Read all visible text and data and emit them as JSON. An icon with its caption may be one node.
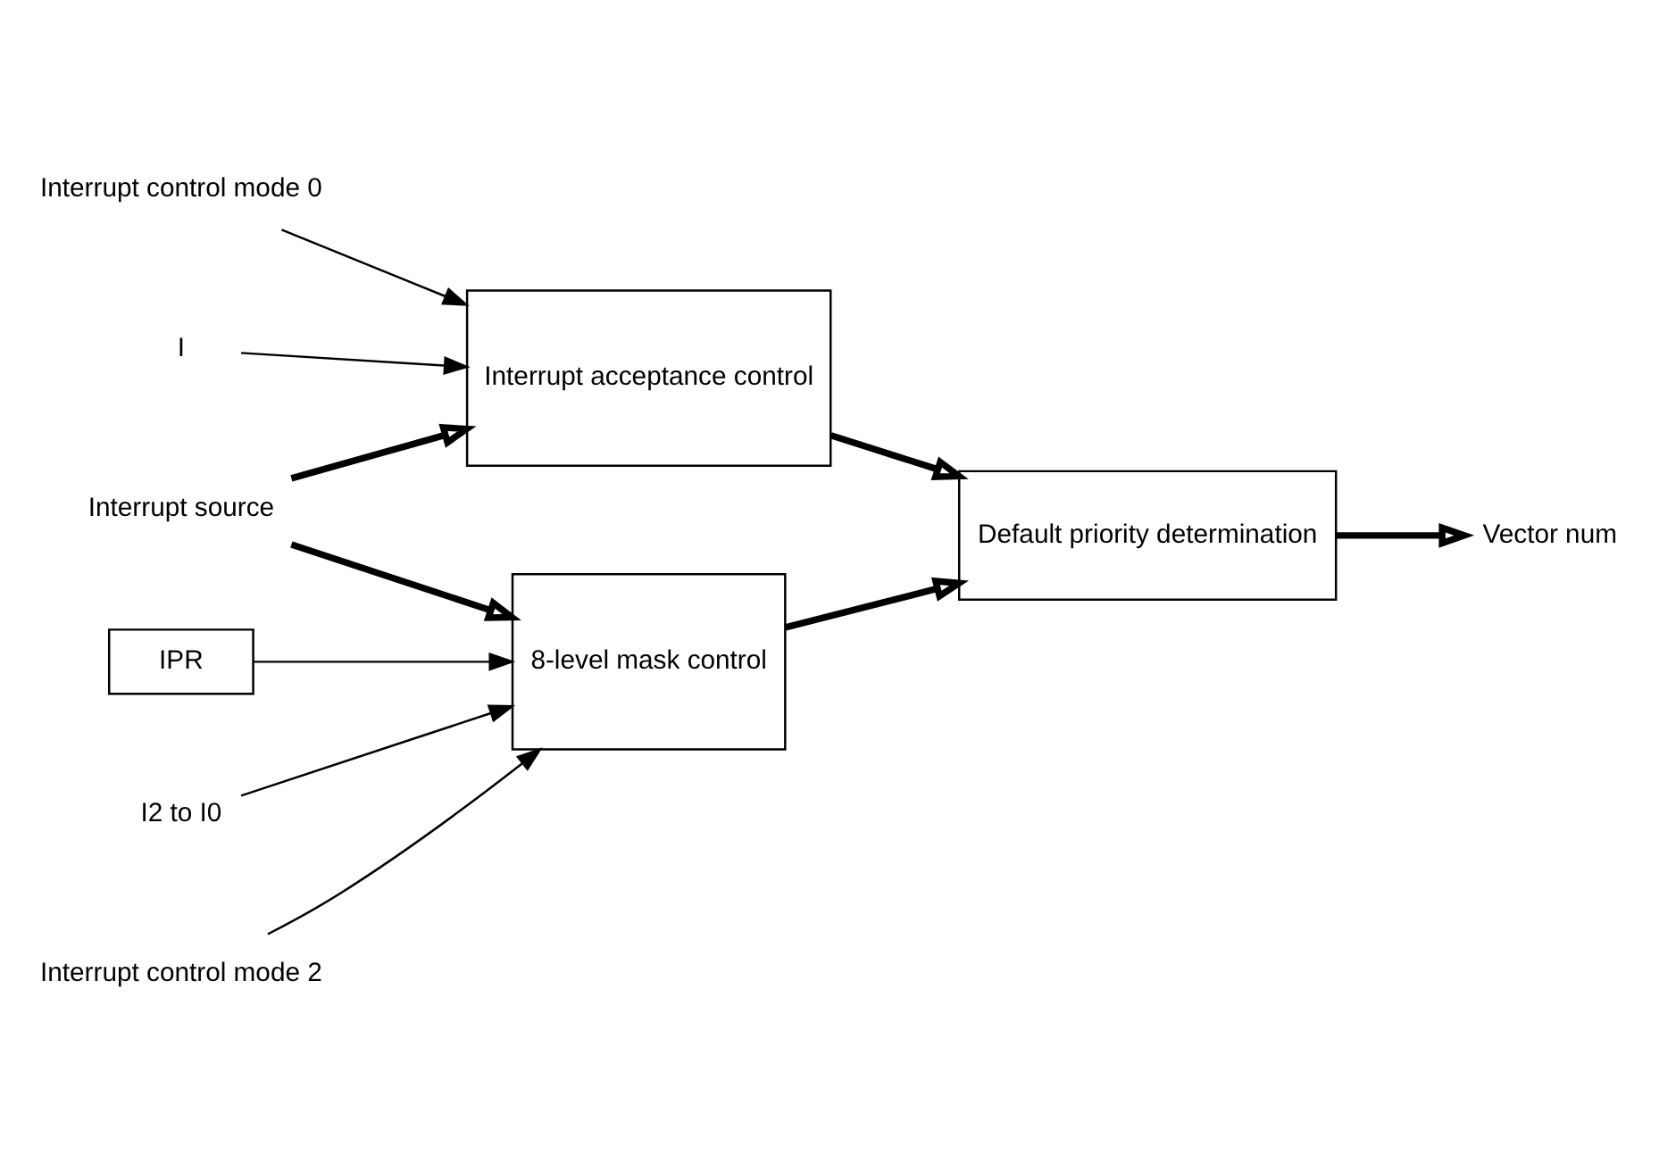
{
  "diagram": {
    "nodes": [
      {
        "text": [
          "Interrupt control mode 0"
        ]
      },
      {
        "text": [
          "I"
        ]
      },
      {
        "text": [
          "Interrupt acceptance control"
        ]
      },
      {
        "text": [
          "Interrupt source"
        ]
      },
      {
        "text": [
          "8-level mask control"
        ]
      },
      {
        "text": [
          "Default priority determination"
        ]
      },
      {
        "text": [
          "Vector num"
        ]
      },
      {
        "text": [
          "IPR"
        ]
      },
      {
        "text": [
          "I2 to I0"
        ]
      },
      {
        "text": [
          "Interrupt control mode 2"
        ]
      }
    ],
    "edges": [
      {
        "from": 0,
        "to": 2,
        "arrow": "to"
      },
      {
        "from": 1,
        "to": 2,
        "arrow": "to"
      },
      {
        "from": 3,
        "to": 2,
        "arrow": "to",
        "style": "thick"
      },
      {
        "from": 3,
        "to": 4,
        "arrow": "to",
        "style": "thick"
      },
      {
        "from": 2,
        "to": 5,
        "arrow": "to",
        "style": "thick"
      },
      {
        "from": 4,
        "to": 5,
        "arrow": "to",
        "style": "thick"
      },
      {
        "from": 5,
        "to": 6,
        "arrow": "to",
        "style": "thick"
      },
      {
        "from": 7,
        "to": 4,
        "arrow": "to"
      },
      {
        "from": 8,
        "to": 4,
        "arrow": "to"
      },
      {
        "from": 9,
        "to": 4,
        "arrow": "to"
      }
    ]
  }
}
